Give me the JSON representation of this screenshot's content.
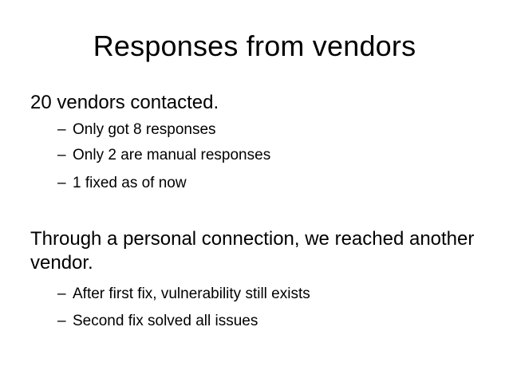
{
  "slide": {
    "title": "Responses from vendors",
    "section1": {
      "heading": "20 vendors contacted.",
      "items": [
        "Only got 8 responses",
        "Only 2 are manual responses",
        "1 fixed as of now"
      ]
    },
    "section2": {
      "heading": "Through a personal connection, we reached another vendor.",
      "items": [
        "After first fix, vulnerability still exists",
        "Second fix solved all issues"
      ]
    },
    "sub_bullet_marker": "–"
  }
}
